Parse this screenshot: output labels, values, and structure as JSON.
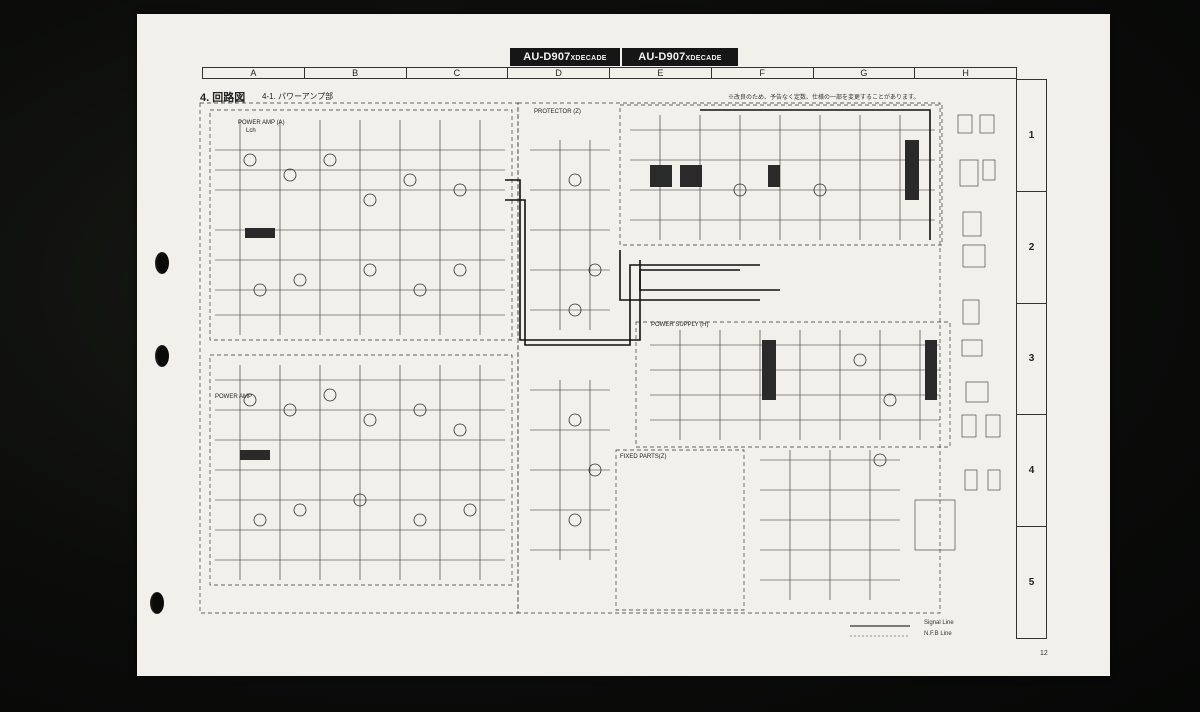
{
  "header": {
    "model_left": "AU-D907",
    "model_left_suffix": "XDECADE",
    "model_right": "AU-D907",
    "model_right_suffix": "XDECADE"
  },
  "grid": {
    "columns": [
      "A",
      "B",
      "C",
      "D",
      "E",
      "F",
      "G",
      "H"
    ],
    "rows": [
      "1",
      "2",
      "3",
      "4",
      "5"
    ]
  },
  "section": {
    "title": "4. 回路図",
    "subtitle": "4-1. パワーアンプ部",
    "note": "※改良のため、予告なく定数、仕様の一部を変更することがあります。"
  },
  "blocks": {
    "power_amp_l": "POWER AMP (A)",
    "power_amp_lch": "Lch",
    "power_amp_r": "POWER AMP",
    "protector": "PROTECTOR (Z)",
    "power_supply": "POWER SUPPLY (H)",
    "fixed_parts": "FIXED PARTS(Z)"
  },
  "legend": {
    "signal_line": "Signal Line",
    "nfb_line": "N.F.B Line"
  },
  "page_number": "12",
  "colors": {
    "paper": "#f1f0ea",
    "ink": "#2a2a2a",
    "badge": "#161616",
    "background": "#0b0c0a"
  }
}
